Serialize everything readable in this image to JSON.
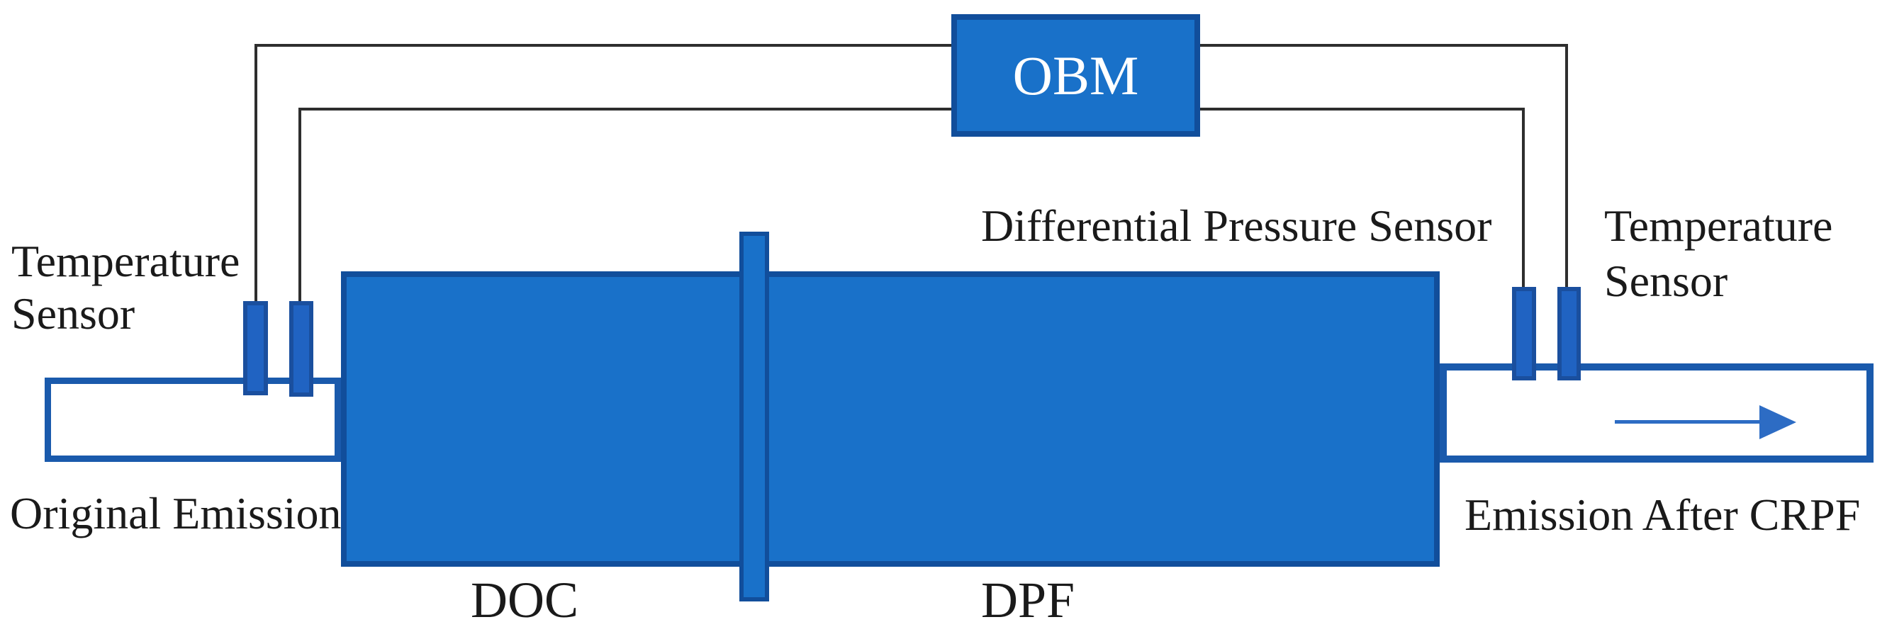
{
  "diagram": {
    "obm": {
      "label": "OBM"
    },
    "labels": {
      "temperature_sensor_left": "Temperature\nSensor",
      "temperature_sensor_right": "Temperature\nSensor",
      "differential_pressure_sensor": "Differential Pressure Sensor",
      "original_emission": "Original Emission",
      "emission_after_crpf": "Emission After CRPF",
      "doc": "DOC",
      "dpf": "DPF"
    },
    "icons": {
      "flow_arrow": "right-arrow"
    },
    "colors": {
      "background": "#ffffff",
      "component_fill": "#1971c9",
      "component_border": "#114e9b",
      "pipe_border": "#1a5aac",
      "sensor_fill": "#2063c2",
      "sensor_border": "#1a4f9e",
      "wire": "#2e2e2e",
      "arrow": "#2d6cc4",
      "text": "#1a1a1a",
      "obm_text": "#ffffff"
    }
  }
}
